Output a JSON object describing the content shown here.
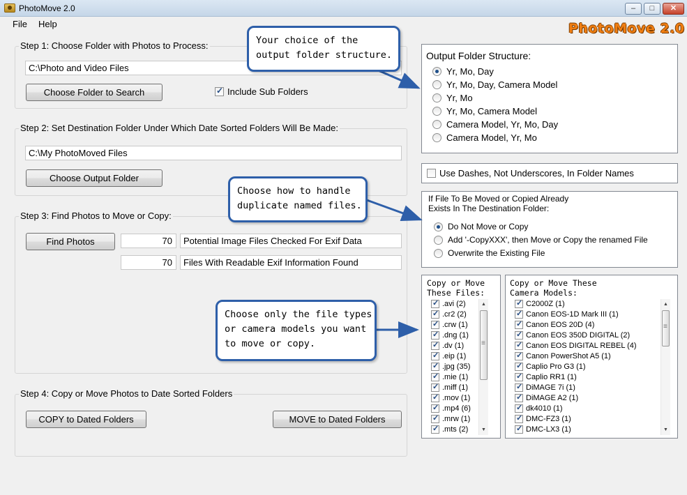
{
  "window": {
    "title": "PhotoMove 2.0",
    "minimize": "–",
    "maximize": "□",
    "close": "✕"
  },
  "menu": [
    "File",
    "Help"
  ],
  "brand": "PhotoMove 2.0",
  "step1": {
    "title": "Step 1: Choose Folder with Photos to Process:",
    "folder": "C:\\Photo and Video Files",
    "choose_button": "Choose Folder to Search",
    "include_subfolders_label": "Include Sub Folders",
    "include_subfolders": true
  },
  "step2": {
    "title": "Step 2: Set Destination Folder Under Which Date Sorted Folders Will Be Made:",
    "folder": "C:\\My PhotoMoved Files",
    "choose_button": "Choose Output Folder"
  },
  "step3": {
    "title": "Step 3: Find Photos to Move or Copy:",
    "find_button": "Find Photos",
    "potential_count": "70",
    "potential_label": "Potential Image Files Checked For Exif Data",
    "readable_count": "70",
    "readable_label": "Files With Readable Exif Information Found"
  },
  "step4": {
    "title": "Step 4: Copy or Move Photos to Date Sorted Folders",
    "copy_button": "COPY to Dated Folders",
    "move_button": "MOVE to Dated Folders"
  },
  "output_structure": {
    "title": "Output Folder Structure:",
    "options": [
      "Yr, Mo, Day",
      "Yr, Mo, Day, Camera Model",
      "Yr, Mo",
      "Yr, Mo, Camera Model",
      "Camera Model, Yr, Mo, Day",
      "Camera Model, Yr, Mo"
    ],
    "selected": "Yr, Mo, Day"
  },
  "dashes": {
    "label": "Use Dashes, Not Underscores, In Folder Names",
    "checked": false
  },
  "duplicates": {
    "title_line1": "If File To Be Moved or Copied Already",
    "title_line2": "Exists In The Destination Folder:",
    "options": [
      "Do Not Move or Copy",
      "Add '-CopyXXX', then Move or Copy the renamed File",
      "Overwrite the Existing File"
    ],
    "selected": "Do Not Move or Copy"
  },
  "file_types": {
    "header": "Copy or Move\nThese Files:",
    "items": [
      {
        "label": ".avi (2)",
        "checked": true
      },
      {
        "label": ".cr2 (2)",
        "checked": true
      },
      {
        "label": ".crw (1)",
        "checked": true
      },
      {
        "label": ".dng (1)",
        "checked": true
      },
      {
        "label": ".dv (1)",
        "checked": true
      },
      {
        "label": ".eip (1)",
        "checked": true
      },
      {
        "label": ".jpg (35)",
        "checked": true
      },
      {
        "label": ".mie (1)",
        "checked": true
      },
      {
        "label": ".miff (1)",
        "checked": true
      },
      {
        "label": ".mov (1)",
        "checked": true
      },
      {
        "label": ".mp4 (6)",
        "checked": true
      },
      {
        "label": ".mrw (1)",
        "checked": true
      },
      {
        "label": ".mts (2)",
        "checked": true
      }
    ]
  },
  "camera_models": {
    "header": "Copy or Move These\nCamera Models:",
    "items": [
      {
        "label": "C2000Z (1)",
        "checked": true
      },
      {
        "label": "Canon EOS-1D Mark III (1)",
        "checked": true
      },
      {
        "label": "Canon EOS 20D (4)",
        "checked": true
      },
      {
        "label": "Canon EOS 350D DIGITAL (2)",
        "checked": true
      },
      {
        "label": "Canon EOS DIGITAL REBEL (4)",
        "checked": true
      },
      {
        "label": "Canon PowerShot A5 (1)",
        "checked": true
      },
      {
        "label": "Caplio Pro G3 (1)",
        "checked": true
      },
      {
        "label": "Caplio RR1 (1)",
        "checked": true
      },
      {
        "label": "DiMAGE 7i (1)",
        "checked": true
      },
      {
        "label": "DiMAGE A2 (1)",
        "checked": true
      },
      {
        "label": "dk4010 (1)",
        "checked": true
      },
      {
        "label": "DMC-FZ3 (1)",
        "checked": true
      },
      {
        "label": "DMC-LX3 (1)",
        "checked": true
      }
    ]
  },
  "callouts": {
    "structure": "Your choice of the\noutput folder structure.",
    "duplicates": "Choose how to handle\nduplicate named files.",
    "filters": "Choose only the file types\nor camera models you want\nto move or copy."
  },
  "colors": {
    "callout_border": "#2e5fa9",
    "brand": "#f07e12"
  }
}
